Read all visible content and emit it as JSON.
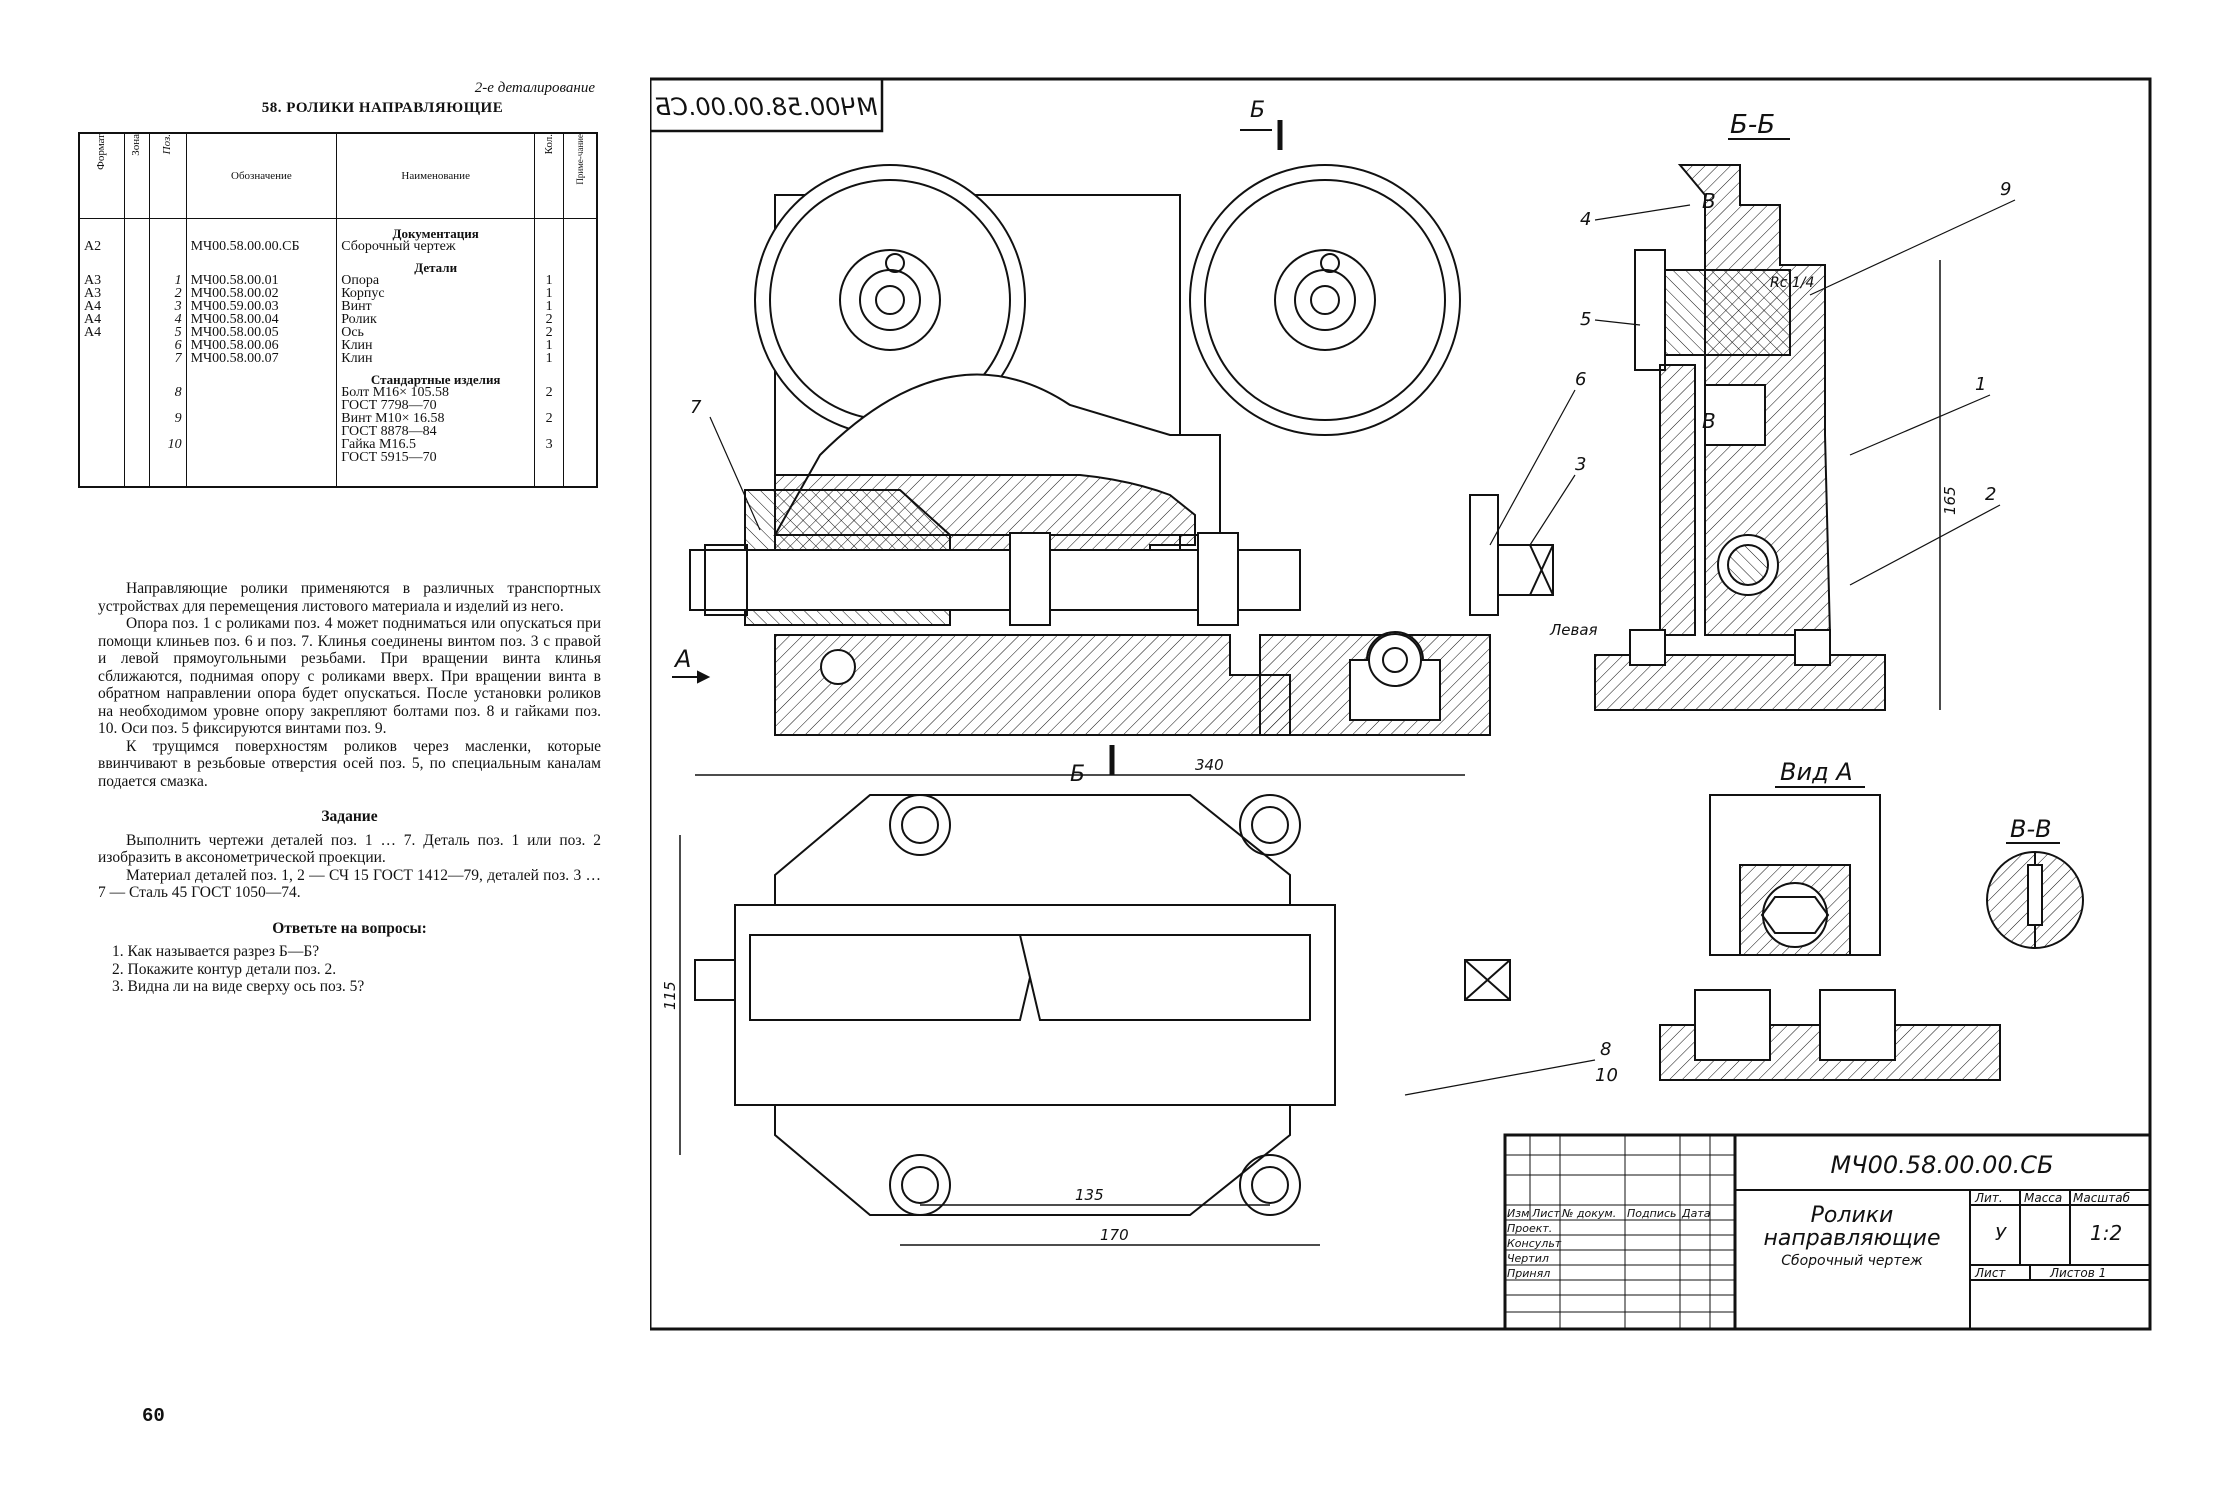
{
  "running_header": "2-е деталирование",
  "page_title": "58. РОЛИКИ НАПРАВЛЯЮЩИЕ",
  "spec_headers": {
    "format": "Формат",
    "zone": "Зона",
    "pos": "Поз.",
    "code": "Обозначение",
    "name": "Наименование",
    "qty": "Кол.",
    "note": "Приме-чание"
  },
  "spec_rows": [
    {
      "kind": "section",
      "name": "Документация"
    },
    {
      "fmt": "А2",
      "pos": "",
      "code": "МЧ00.58.00.00.СБ",
      "name": "Сборочный чертеж",
      "qty": ""
    },
    {
      "kind": "section",
      "name": "Детали"
    },
    {
      "fmt": "А3",
      "pos": "1",
      "code": "МЧ00.58.00.01",
      "name": "Опора",
      "qty": "1"
    },
    {
      "fmt": "А3",
      "pos": "2",
      "code": "МЧ00.58.00.02",
      "name": "Корпус",
      "qty": "1"
    },
    {
      "fmt": "А4",
      "pos": "3",
      "code": "МЧ00.59.00.03",
      "name": "Винт",
      "qty": "1"
    },
    {
      "fmt": "А4",
      "pos": "4",
      "code": "МЧ00.58.00.04",
      "name": "Ролик",
      "qty": "2"
    },
    {
      "fmt": "А4",
      "pos": "5",
      "code": "МЧ00.58.00.05",
      "name": "Ось",
      "qty": "2"
    },
    {
      "fmt": "",
      "pos": "6",
      "code": "МЧ00.58.00.06",
      "name": "Клин",
      "qty": "1"
    },
    {
      "fmt": "",
      "pos": "7",
      "code": "МЧ00.58.00.07",
      "name": "Клин",
      "qty": "1"
    },
    {
      "kind": "section",
      "name": "Стандартные изделия"
    },
    {
      "fmt": "",
      "pos": "8",
      "code": "",
      "name": "Болт М16× 105.58",
      "qty": "2"
    },
    {
      "fmt": "",
      "pos": "",
      "code": "",
      "name": "ГОСТ 7798—70",
      "qty": ""
    },
    {
      "fmt": "",
      "pos": "9",
      "code": "",
      "name": "Винт М10× 16.58",
      "qty": "2"
    },
    {
      "fmt": "",
      "pos": "",
      "code": "",
      "name": "ГОСТ 8878—84",
      "qty": ""
    },
    {
      "fmt": "",
      "pos": "10",
      "code": "",
      "name": "Гайка М16.5",
      "qty": "3"
    },
    {
      "fmt": "",
      "pos": "",
      "code": "",
      "name": "ГОСТ 5915—70",
      "qty": ""
    }
  ],
  "paragraphs": [
    "Направляющие ролики применяются в различных транспортных устройствах для перемещения листового материала и изделий из него.",
    "Опора поз. 1 с роликами поз. 4 может подниматься или опускаться при помощи клиньев поз. 6 и поз. 7. Клинья соединены винтом поз. 3 с правой и левой прямоугольными резьбами. При вращении винта клинья сближаются, поднимая опору с роликами вверх. При вращении винта в обратном направлении опора будет опускаться. После установки роликов на необходимом уровне опору закрепляют болтами поз. 8 и гайками поз. 10. Оси поз. 5 фиксируются винтами поз. 9.",
    "К трущимся поверхностям роликов через масленки, которые ввинчивают в резьбовые отверстия осей поз. 5, по специальным каналам подается смазка."
  ],
  "task_heading": "Задание",
  "task_paragraphs": [
    "Выполнить чертежи деталей поз. 1 … 7. Деталь поз. 1 или поз. 2 изобразить в аксонометрической проекции.",
    "Материал деталей поз. 1, 2 — СЧ 15 ГОСТ 1412—79, деталей поз. 3 … 7 — Сталь 45 ГОСТ 1050—74."
  ],
  "questions_heading": "Ответьте на вопросы:",
  "questions": [
    "1. Как называется разрез Б—Б?",
    "2. Покажите контур детали поз. 2.",
    "3. Видна ли на виде сверху ось поз. 5?"
  ],
  "page_number": "60",
  "drawing": {
    "mirrored_code": "МЧ00.58.00.00.СБ",
    "section_bb": "Б-Б",
    "view_a": "Вид А",
    "section_vv": "В-В",
    "cut_b": "Б",
    "cut_v": "В",
    "arrow_a": "А",
    "thread_label": "Rc 1/4",
    "left_label": "Левая",
    "dim_340": "340",
    "dim_135": "135",
    "dim_170": "170",
    "dim_115": "115",
    "dim_165": "165",
    "callouts": [
      "1",
      "2",
      "3",
      "4",
      "5",
      "6",
      "7",
      "8",
      "9",
      "10"
    ]
  },
  "title_block": {
    "code": "МЧ00.58.00.00.СБ",
    "name_line1": "Ролики",
    "name_line2": "направляющие",
    "doc_type": "Сборочный чертеж",
    "col_izm": "Изм",
    "col_list": "Лист",
    "col_docnum": "№ докум.",
    "col_sign": "Подпись",
    "col_date": "Дата",
    "row_prokt": "Проект.",
    "row_konsult": "Консульт",
    "row_chertil": "Чертил",
    "row_prinyal": "Принял",
    "lit": "Лит.",
    "mass": "Масса",
    "scale_label": "Масштаб",
    "lit_value": "У",
    "scale_value": "1:2",
    "sheet": "Лист",
    "sheets": "Листов 1"
  }
}
